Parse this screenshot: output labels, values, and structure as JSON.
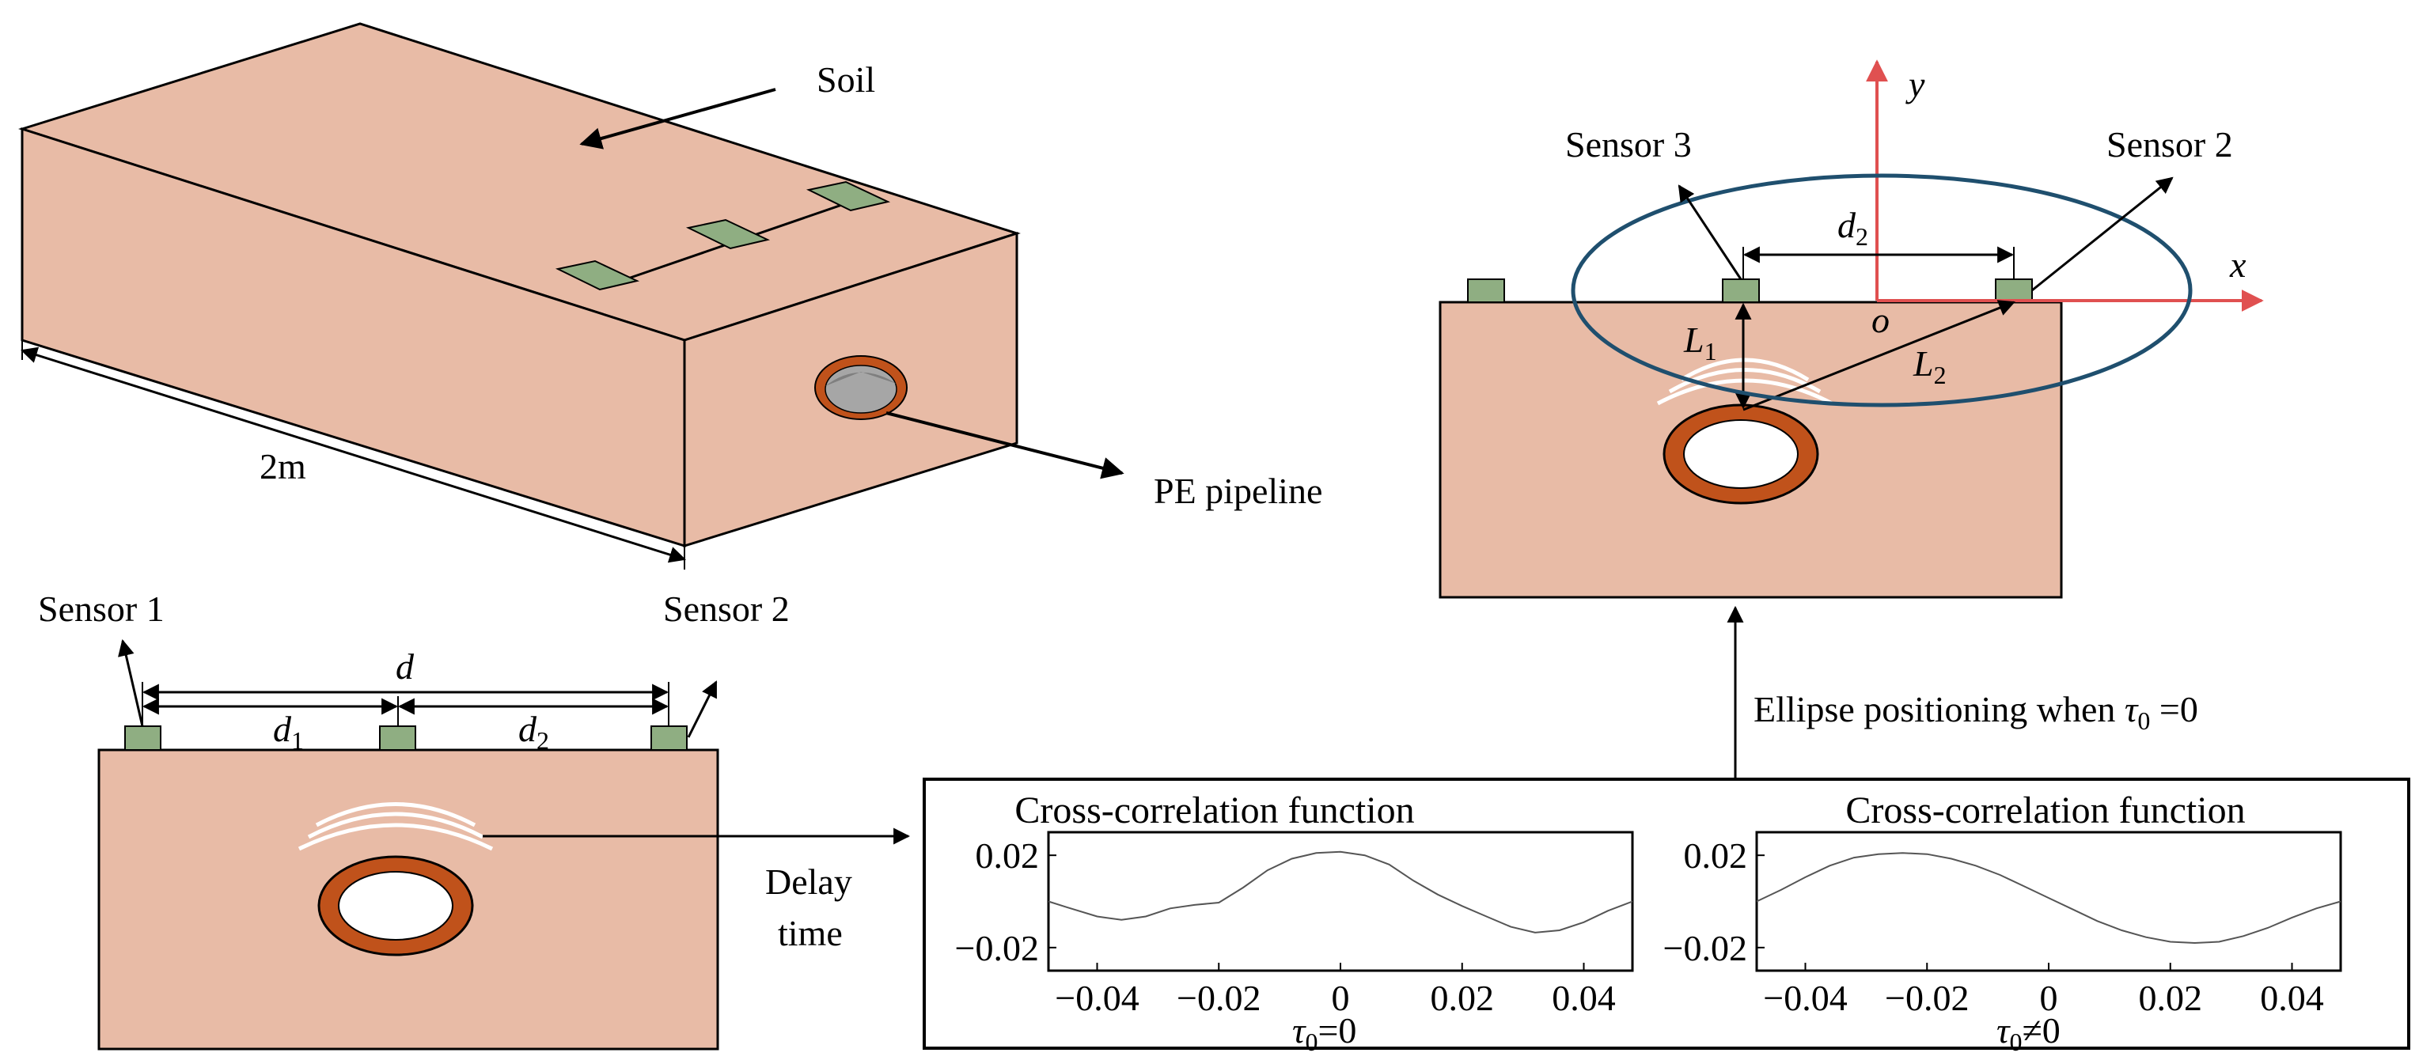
{
  "colors": {
    "soil": "#e8bba6",
    "sensor": "#8fae82",
    "pipe_ring": "#c0521b",
    "axis": "#e05050",
    "ellipse": "#1f4f6e",
    "wave": "#ffffff",
    "pipe_inner": "#a6a6a6"
  },
  "box3d": {
    "soil_label": "Soil",
    "length_label": "2m",
    "pipeline_label": "PE pipeline"
  },
  "bottom_left": {
    "sensor1_label": "Sensor 1",
    "sensor2_label": "Sensor 2",
    "d_label": "d",
    "d1_main": "d",
    "d1_sub": "1",
    "d2_main": "d",
    "d2_sub": "2",
    "delay_line1": "Delay",
    "delay_line2": "time"
  },
  "top_right": {
    "sensor3_label": "Sensor 3",
    "sensor2_label": "Sensor 2",
    "y_axis": "y",
    "x_axis": "x",
    "origin": "o",
    "d2_main": "d",
    "d2_sub": "2",
    "L1_main": "L",
    "L1_sub": "1",
    "L2_main": "L",
    "L2_sub": "2",
    "ellipse_caption_text": "Ellipse positioning when ",
    "ellipse_caption_tau": "τ",
    "ellipse_caption_sub": "0",
    "ellipse_caption_tail": " =0"
  },
  "chart_data": [
    {
      "type": "line",
      "title": "Cross-correlation function",
      "x": [
        -0.048,
        -0.045,
        -0.04,
        -0.036,
        -0.032,
        -0.028,
        -0.024,
        -0.02,
        -0.016,
        -0.012,
        -0.008,
        -0.004,
        0.0,
        0.004,
        0.008,
        0.012,
        0.016,
        0.02,
        0.024,
        0.028,
        0.032,
        0.036,
        0.04,
        0.044,
        0.048
      ],
      "y": [
        0.0,
        -0.0025,
        -0.0065,
        -0.008,
        -0.0065,
        -0.003,
        -0.0015,
        -0.0005,
        0.006,
        0.0135,
        0.0185,
        0.021,
        0.0215,
        0.02,
        0.016,
        0.009,
        0.003,
        -0.002,
        -0.0065,
        -0.011,
        -0.0135,
        -0.0125,
        -0.009,
        -0.004,
        0.0
      ],
      "xticks": [
        "−0.04",
        "−0.02",
        "0",
        "0.02",
        "0.04"
      ],
      "xtick_values": [
        -0.04,
        -0.02,
        0,
        0.02,
        0.04
      ],
      "yticks": [
        "0.02",
        "−0.02"
      ],
      "ytick_values": [
        0.02,
        -0.02
      ],
      "xlim": [
        -0.048,
        0.048
      ],
      "ylim": [
        -0.03,
        0.03
      ],
      "xlabel_tau": "τ",
      "xlabel_sub": "0",
      "xlabel_tail": "=0",
      "grid": false
    },
    {
      "type": "line",
      "title": "Cross-correlation function",
      "x": [
        -0.048,
        -0.044,
        -0.04,
        -0.036,
        -0.032,
        -0.028,
        -0.024,
        -0.02,
        -0.016,
        -0.012,
        -0.008,
        -0.004,
        0.0,
        0.004,
        0.008,
        0.012,
        0.016,
        0.02,
        0.024,
        0.028,
        0.032,
        0.036,
        0.04,
        0.044,
        0.048
      ],
      "y": [
        0.0,
        0.005,
        0.0105,
        0.0155,
        0.019,
        0.0205,
        0.021,
        0.0205,
        0.0185,
        0.0155,
        0.0115,
        0.0065,
        0.0015,
        -0.0035,
        -0.0085,
        -0.0125,
        -0.0155,
        -0.0175,
        -0.018,
        -0.0175,
        -0.015,
        -0.0115,
        -0.007,
        -0.003,
        0.0
      ],
      "xticks": [
        "−0.04",
        "−0.02",
        "0",
        "0.02",
        "0.04"
      ],
      "xtick_values": [
        -0.04,
        -0.02,
        0,
        0.02,
        0.04
      ],
      "yticks": [
        "0.02",
        "−0.02"
      ],
      "ytick_values": [
        0.02,
        -0.02
      ],
      "xlim": [
        -0.048,
        0.048
      ],
      "ylim": [
        -0.03,
        0.03
      ],
      "xlabel_tau": "τ",
      "xlabel_sub": "0",
      "xlabel_tail": "≠0",
      "grid": false
    }
  ]
}
